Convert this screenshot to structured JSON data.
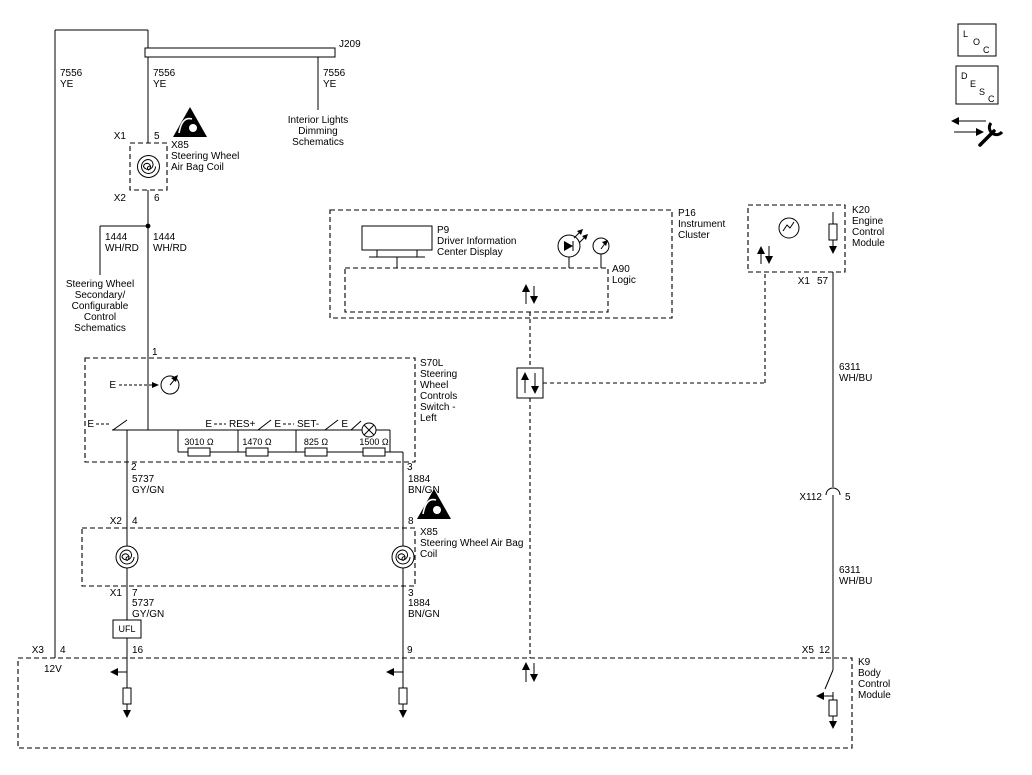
{
  "page": {
    "background": "#ffffff",
    "ink": "#000000"
  },
  "corner": {
    "loc": [
      "L",
      "O",
      "C"
    ],
    "desc": [
      "D",
      "E",
      "S",
      "C"
    ]
  },
  "splices": {
    "j209": "J209"
  },
  "wires": {
    "yel1": {
      "id": "7556",
      "color": "YE"
    },
    "yel2": {
      "id": "7556",
      "color": "YE"
    },
    "yel3": {
      "id": "7556",
      "color": "YE"
    },
    "rd1": {
      "id": "1444",
      "color": "WH/RD"
    },
    "rd2": {
      "id": "1444",
      "color": "WH/RD"
    },
    "gy1": {
      "id": "5737",
      "color": "GY/GN"
    },
    "gy2": {
      "id": "5737",
      "color": "GY/GN"
    },
    "bn1": {
      "id": "1884",
      "color": "BN/GN"
    },
    "bn2": {
      "id": "1884",
      "color": "BN/GN"
    },
    "bu1": {
      "id": "6311",
      "color": "WH/BU"
    },
    "bu2": {
      "id": "6311",
      "color": "WH/BU"
    }
  },
  "refs": {
    "interior": [
      "Interior Lights",
      "Dimming",
      "Schematics"
    ],
    "steering": [
      "Steering Wheel",
      "Secondary/",
      "Configurable",
      "Control",
      "Schematics"
    ]
  },
  "x85_top": {
    "label": [
      "X85",
      "Steering Wheel",
      "Air Bag Coil"
    ],
    "conn_top": "X1",
    "pin_top": "5",
    "conn_bot": "X2",
    "pin_bot": "6"
  },
  "x85_mid": {
    "label": [
      "X85",
      "Steering Wheel Air Bag",
      "Coil"
    ],
    "conn_top": "X2",
    "pin_tl": "4",
    "pin_tr": "8",
    "conn_bot": "X1",
    "pin_bl": "7",
    "pin_br": "3"
  },
  "s70l": {
    "label": [
      "S70L",
      "Steering",
      "Wheel",
      "Controls",
      "Switch -",
      "Left"
    ],
    "pin_top": "1",
    "pin_bl": "2",
    "pin_br": "3",
    "e": "E",
    "res_plus": "RES+",
    "set_minus": "SET-",
    "r1": "3010 Ω",
    "r2": "1470 Ω",
    "r3": "825 Ω",
    "r4": "1500 Ω"
  },
  "p16": {
    "label": [
      "P16",
      "Instrument",
      "Cluster"
    ]
  },
  "p9": {
    "label": [
      "P9",
      "Driver Information",
      "Center Display"
    ]
  },
  "a90": {
    "label": [
      "A90",
      "Logic"
    ]
  },
  "k20": {
    "label": [
      "K20",
      "Engine",
      "Control",
      "Module"
    ],
    "conn": "X1",
    "pin": "57"
  },
  "k9": {
    "label": [
      "K9",
      "Body",
      "Control",
      "Module"
    ],
    "conn_x3": "X3",
    "pin4": "4",
    "supply": "12V",
    "pin16": "16",
    "pin9": "9",
    "conn_x5": "X5",
    "pin12": "12"
  },
  "x112": {
    "name": "X112",
    "pin": "5"
  },
  "inline": {
    "ufl": "UFL"
  }
}
